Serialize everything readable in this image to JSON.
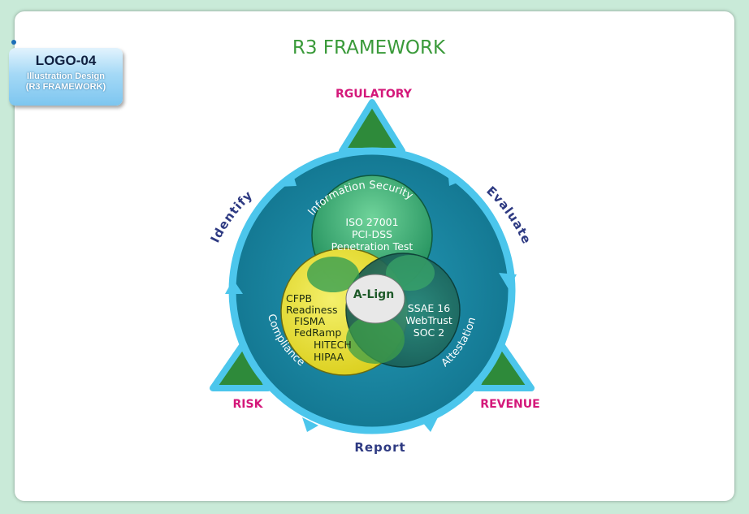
{
  "badge": {
    "code": "LOGO-04",
    "line1": "Illustration Design",
    "line2": "(R3 FRAMEWORK)"
  },
  "diagram": {
    "title": "R3 FRAMEWORK",
    "corners": {
      "top": "RGULATORY",
      "left": "RISK",
      "right": "REVENUE"
    },
    "cycle": {
      "identify": "Identify",
      "evaluate": "Evaluate",
      "report": "Report"
    },
    "circles": {
      "top_label": "Information Security",
      "top_items": [
        "ISO 27001",
        "PCI-DSS",
        "Penetration Test"
      ],
      "left_label": "Compliance",
      "left_items": [
        "CFPB",
        "Readiness",
        "FISMA",
        "FedRamp",
        "HITECH",
        "HIPAA"
      ],
      "right_label": "Attestation",
      "right_items": [
        "SSAE 16",
        "WebTrust",
        "SOC 2"
      ],
      "center": "A-Lign"
    }
  },
  "colors": {
    "title": "#3a9a3a",
    "corner_label": "#d4187a",
    "cycle_label": "#2e3a82",
    "ring_fill": "#1a8aa8",
    "ring_edge": "#4cc6ec",
    "triangle": "#2e8a3a",
    "top_circle": "#2ea36a",
    "left_circle": "#f2e62a",
    "right_circle": "#1f6f66"
  }
}
